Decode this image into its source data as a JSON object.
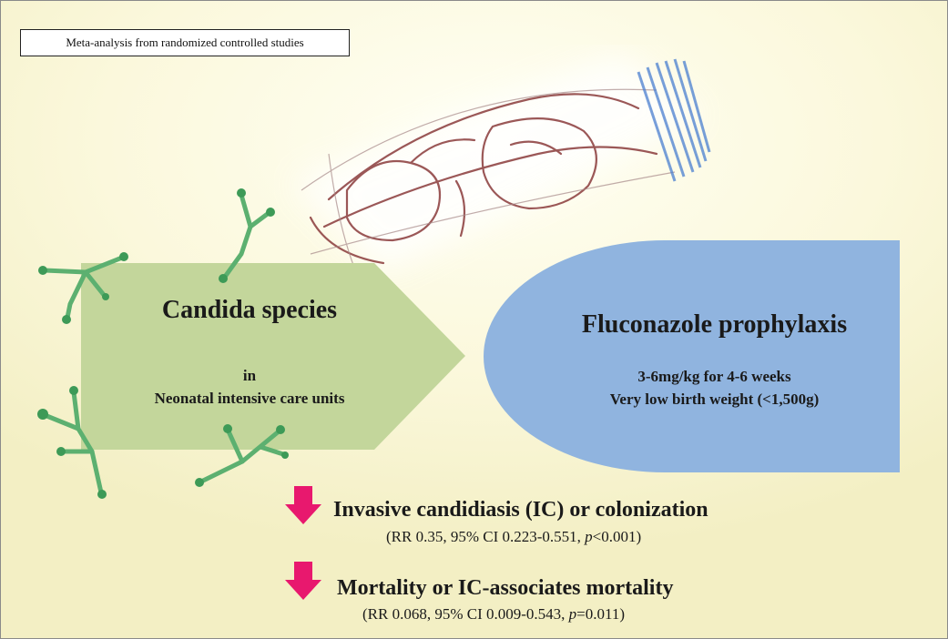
{
  "header_note": "Meta-analysis from randomized controlled studies",
  "left_box": {
    "title": "Candida species",
    "line1": "in",
    "line2": "Neonatal intensive care units"
  },
  "right_box": {
    "title": "Fluconazole prophylaxis",
    "line1": "3-6mg/kg for 4-6 weeks",
    "line2": "Very low birth weight (<1,500g)"
  },
  "results": [
    {
      "title": "Invasive candidiasis (IC) or colonization",
      "stats_prefix": "(RR 0.35, 95% CI 0.223-0.551, ",
      "p_label": "p",
      "stats_suffix": "<0.001)"
    },
    {
      "title": "Mortality or IC-associates mortality",
      "stats_prefix": "(RR 0.068, 95% CI 0.009-0.543, ",
      "p_label": "p",
      "stats_suffix": "=0.011)"
    }
  ],
  "colors": {
    "arrow_green": "#c3d69b",
    "pill_blue": "#90b4df",
    "down_arrow_pink": "#e8186e",
    "fungus_green": "#5cb070"
  }
}
